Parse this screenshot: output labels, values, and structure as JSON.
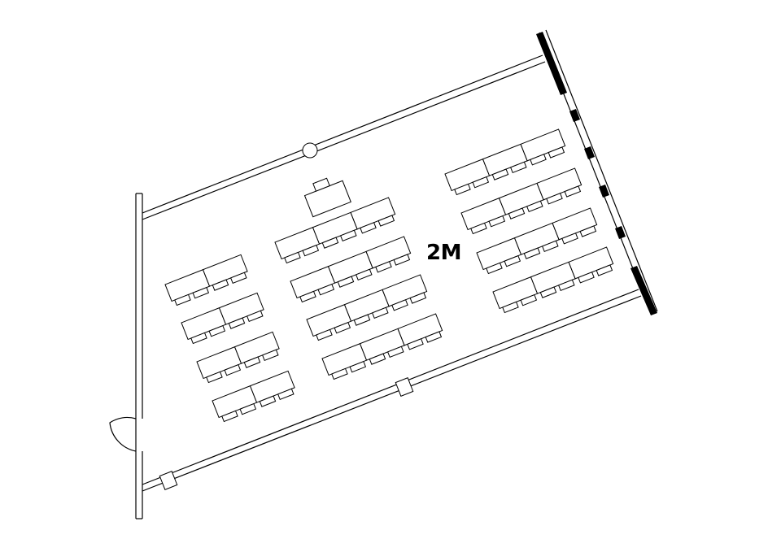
{
  "room": {
    "label": "2M"
  },
  "layout": {
    "table_rows": [
      {
        "group": "left",
        "tables": 2
      },
      {
        "group": "left",
        "tables": 2
      },
      {
        "group": "left",
        "tables": 2
      },
      {
        "group": "left",
        "tables": 2
      },
      {
        "group": "middle",
        "tables": 3,
        "presenter_table": true
      },
      {
        "group": "middle",
        "tables": 3
      },
      {
        "group": "middle",
        "tables": 3
      },
      {
        "group": "middle",
        "tables": 3
      },
      {
        "group": "right",
        "tables": 3
      },
      {
        "group": "right",
        "tables": 3
      },
      {
        "group": "right",
        "tables": 3
      },
      {
        "group": "right",
        "tables": 3
      }
    ],
    "seats_per_table": 2
  },
  "colors": {
    "line": "#000000",
    "background": "#ffffff"
  }
}
